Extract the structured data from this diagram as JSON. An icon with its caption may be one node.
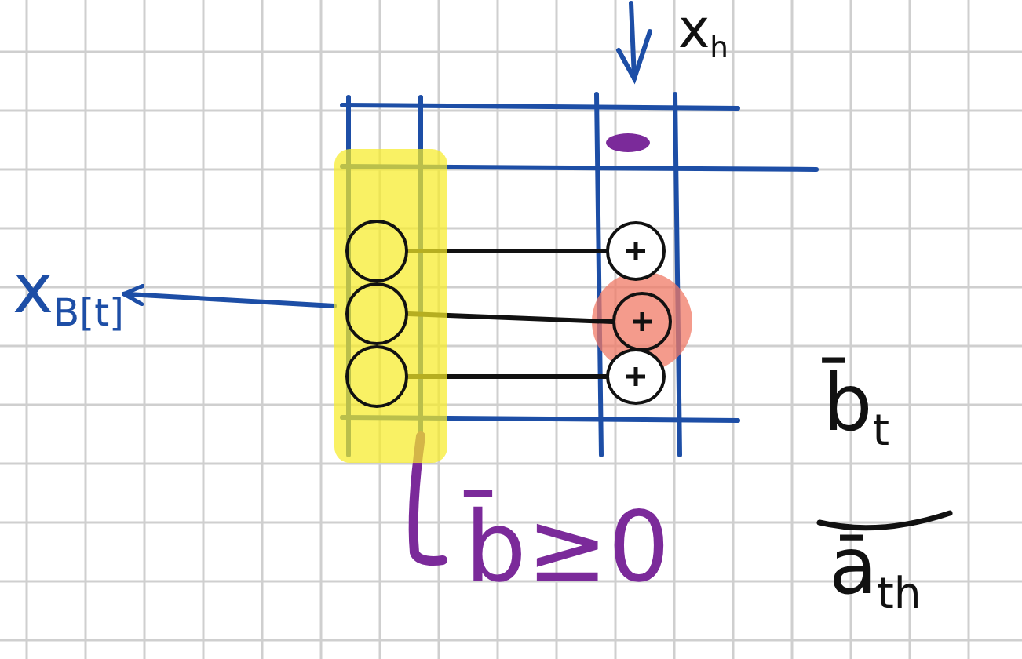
{
  "diagram": {
    "nodes": [
      {
        "text": [
          "x$_{B[t]}$"
        ]
      },
      {
        "text": [],
        "shape": "bar"
      },
      {
        "text": [],
        "shape": "circle",
        "in": 1
      },
      {
        "text": [],
        "shape": "circle",
        "in": 1
      },
      {
        "text": [],
        "shape": "circle",
        "in": 1
      },
      {
        "text": [],
        "shape": "circle"
      },
      {
        "text": [],
        "shape": "circle"
      },
      {
        "text": [],
        "shape": "circle"
      }
    ],
    "edges": [
      {
        "from": 1,
        "to": 0,
        "arrow": "to",
        "color": "#1d4ea6"
      },
      {
        "from": 2,
        "to": 5,
        "arrow": "none"
      },
      {
        "from": 3,
        "to": 6,
        "arrow": "none"
      },
      {
        "from": 4,
        "to": 7,
        "arrow": "none"
      }
    ],
    "labels": [
      "x$_{h}$",
      "b̄≥0",
      "b̄$_{t}$",
      "ā$_{th}$"
    ]
  }
}
